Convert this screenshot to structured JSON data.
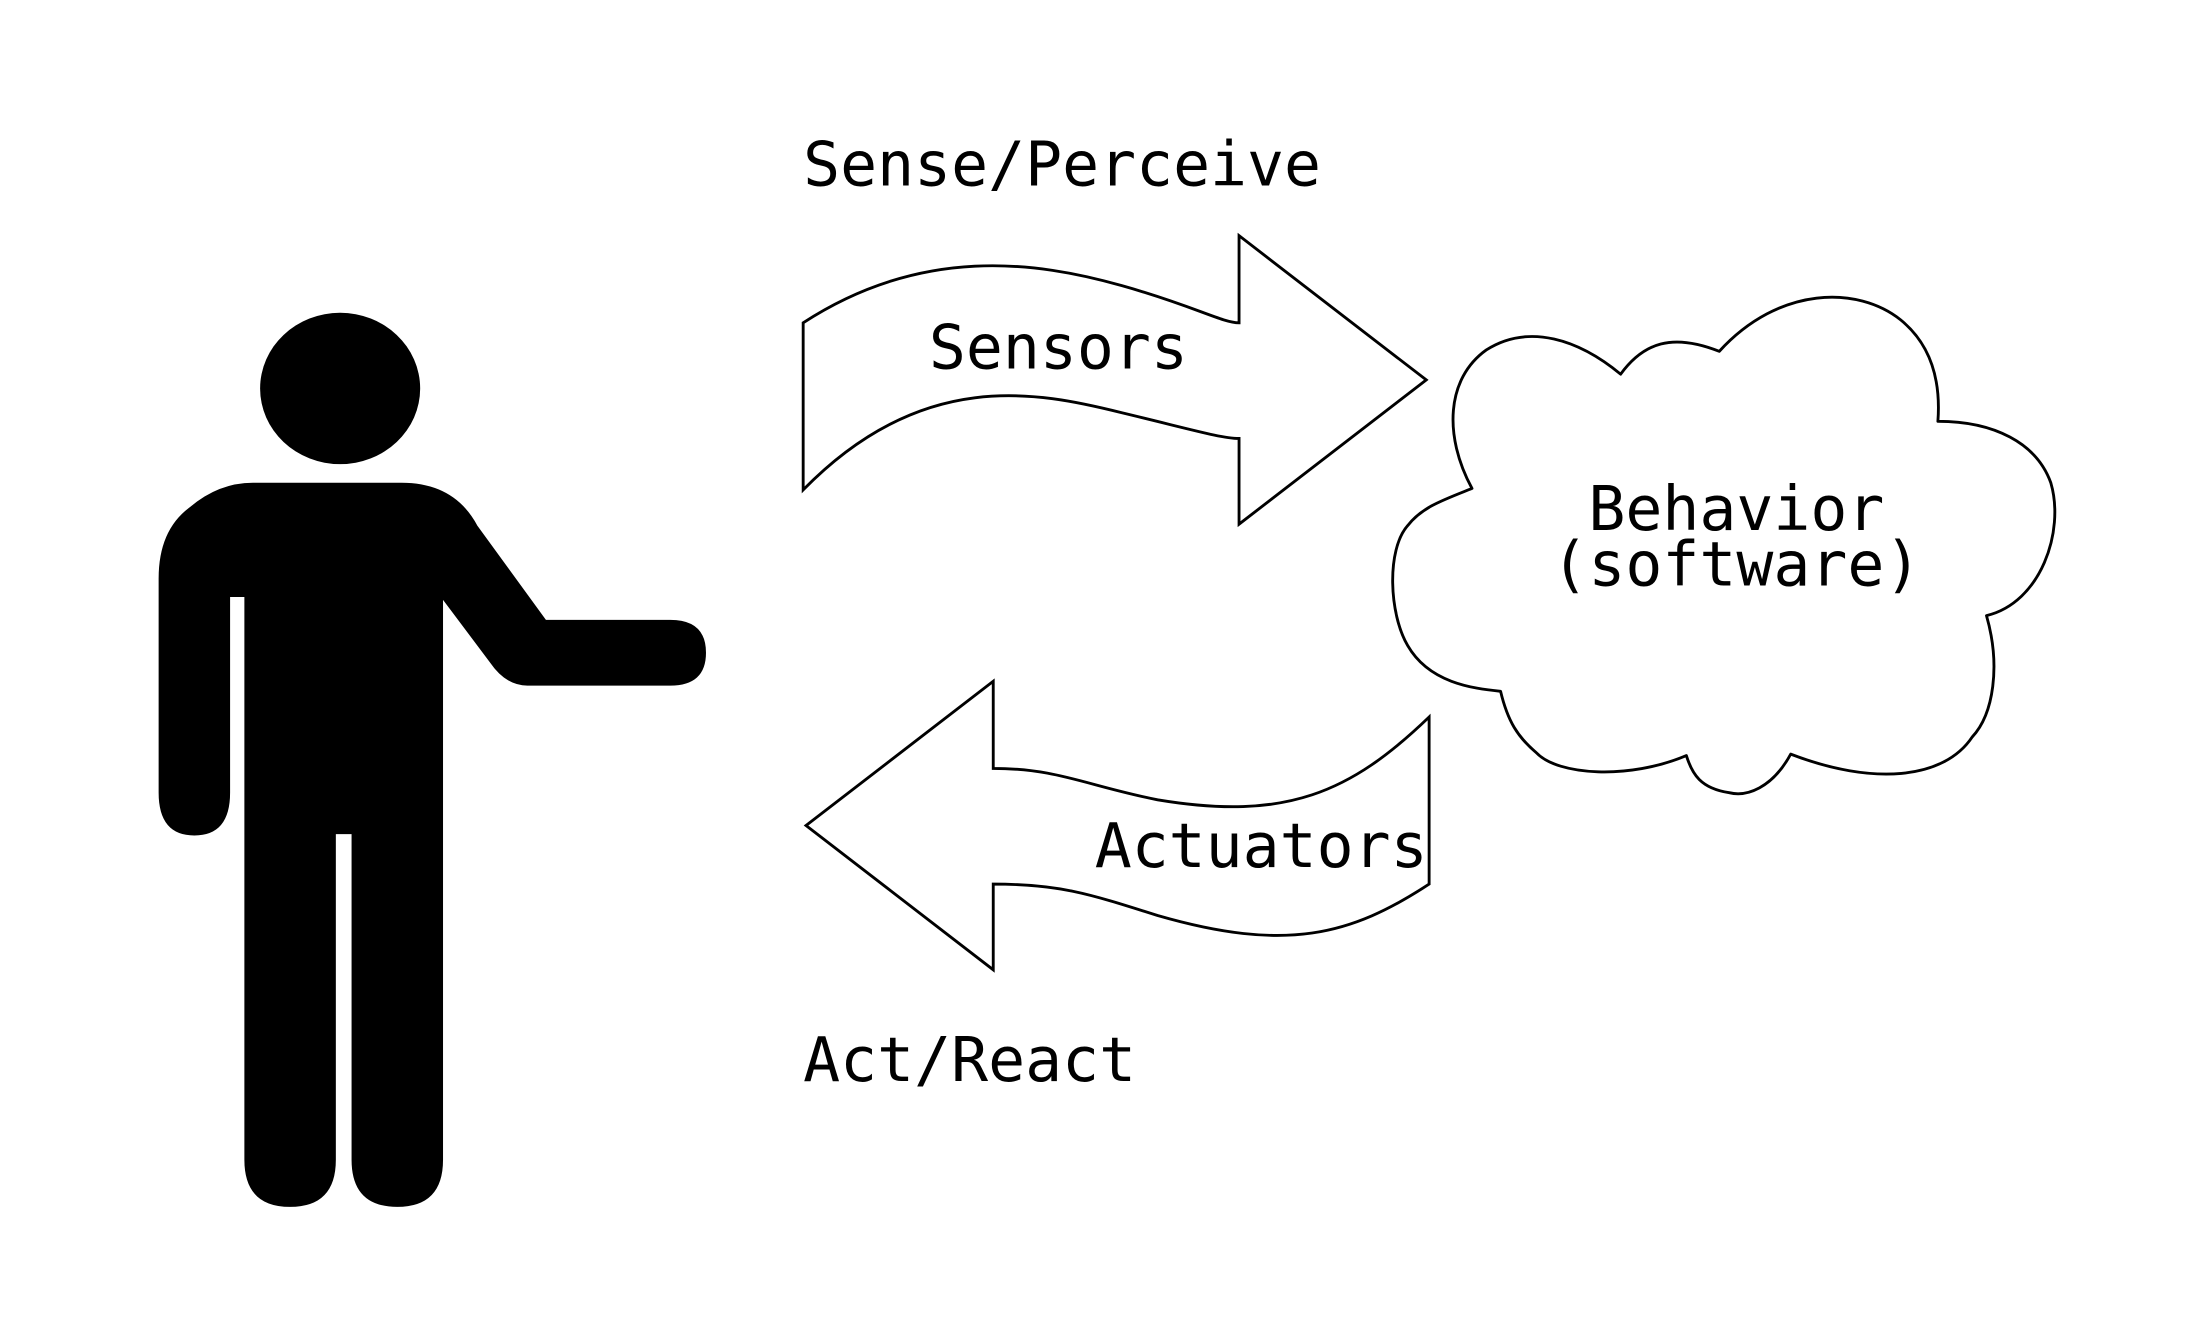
{
  "diagram": {
    "top_label": "Sense/Perceive",
    "bottom_label": "Act/React",
    "sensors_label": "Sensors",
    "actuators_label": "Actuators",
    "behavior_line1": "Behavior",
    "behavior_line2": "(software)"
  },
  "colors": {
    "figure": "#000000",
    "outline": "#000000",
    "background": "#ffffff"
  },
  "icons": {
    "person": "standing-person-pointing-icon",
    "cloud": "cloud-icon"
  }
}
